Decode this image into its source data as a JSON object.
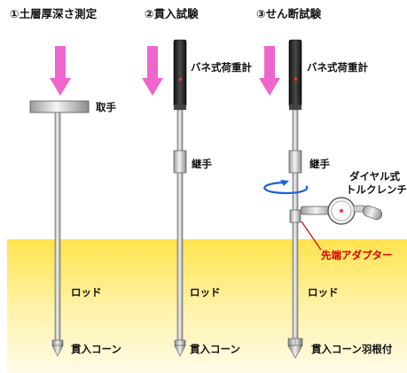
{
  "titles": {
    "step1": "①土層厚深さ測定",
    "step2": "②貫入試験",
    "step3": "③せん断試験"
  },
  "labels": {
    "handle": "取手",
    "spring_scale_2": "バネ式荷重計",
    "spring_scale_3": "バネ式荷重計",
    "joint_2": "継手",
    "joint_3": "継手",
    "dial_wrench_line1": "ダイヤル式",
    "dial_wrench_line2": "トルクレンチ",
    "tip_adapter": "先端アダプター",
    "rod_1": "ロッド",
    "rod_2": "ロッド",
    "rod_3": "ロッド",
    "cone_1": "貫入コーン",
    "cone_2": "貫入コーン",
    "cone_3": "貫入コーン羽根付"
  },
  "colors": {
    "arrow": "#ee66cc",
    "soil_top": "#ffe34d",
    "soil_bottom": "#fffbe8",
    "rod": "#d9d9d9",
    "spring_scale": "#2e2e2e",
    "accent_red": "#d40000",
    "rotation_arrow": "#1f5fd6"
  }
}
